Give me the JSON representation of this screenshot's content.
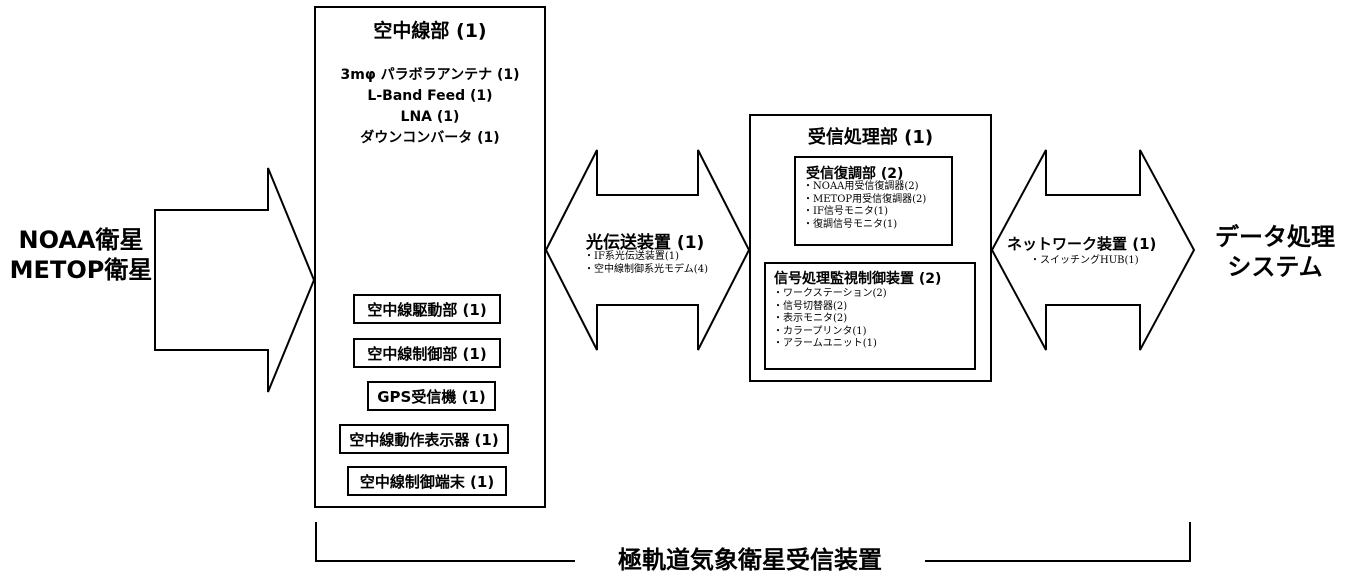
{
  "left_label": {
    "line1": "NOAA衛星",
    "line2": "METOP衛星"
  },
  "antenna_section": {
    "title": "空中線部 (1)",
    "specs": [
      "3mφ パラボラアンテナ (1)",
      "L-Band Feed (1)",
      "LNA (1)",
      "ダウンコンバータ (1)"
    ],
    "modules": [
      "空中線駆動部 (1)",
      "空中線制御部 (1)",
      "GPS受信機 (1)",
      "空中線動作表示器 (1)",
      "空中線制御端末 (1)"
    ]
  },
  "optical_link": {
    "title": "光伝送装置 (1)",
    "items": [
      "・IF系光伝送装置(1)",
      "・空中線制御系光モデム(4)"
    ]
  },
  "receiver_section": {
    "title": "受信処理部 (1)",
    "demod": {
      "title": "受信復調部 (2)",
      "items": [
        "・NOAA用受信復調器(2)",
        "・METOP用受信復調器(2)",
        "・IF信号モニタ(1)",
        "・復調信号モニタ(1)"
      ]
    },
    "monitor": {
      "title": "信号処理監視制御装置 (2)",
      "items": [
        "・ワークステーション(2)",
        "・信号切替器(2)",
        "・表示モニタ(2)",
        "・カラープリンタ(1)",
        "・アラームユニット(1)"
      ]
    }
  },
  "network": {
    "title": "ネットワーク装置 (1)",
    "items": [
      "・スイッチングHUB(1)"
    ]
  },
  "right_label": {
    "line1": "データ処理",
    "line2": "システム"
  },
  "bottom_label": "極軌道気象衛星受信装置"
}
